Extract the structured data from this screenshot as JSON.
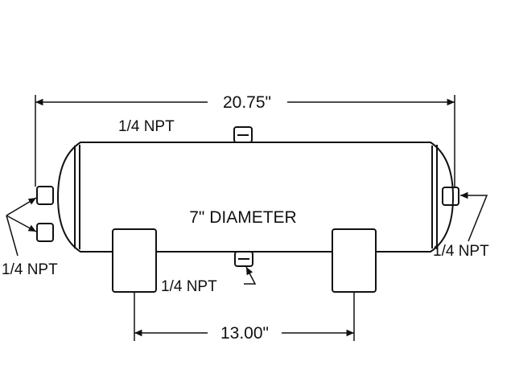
{
  "labels": {
    "overall_length": "20.75\"",
    "mount_spacing": "13.00\"",
    "diameter": "7\" DIAMETER",
    "port_top": "1/4 NPT",
    "port_left": "1/4 NPT",
    "port_right": "1/4 NPT",
    "port_bottom": "1/4 NPT"
  },
  "colors": {
    "line": "#111111",
    "background": "#ffffff"
  }
}
